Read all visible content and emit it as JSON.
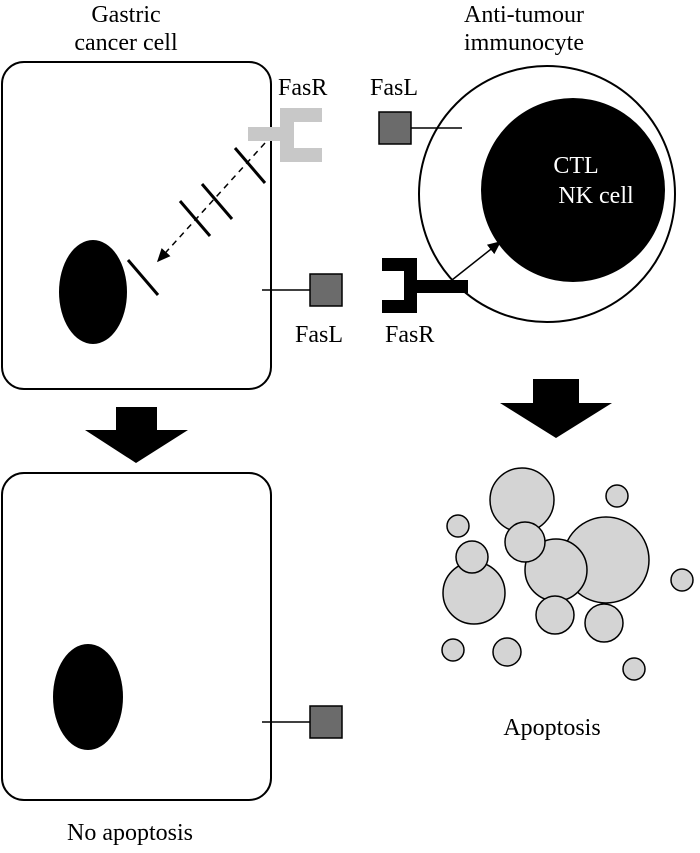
{
  "labels": {
    "gastric_line1": "Gastric",
    "gastric_line2": "cancer cell",
    "immuno_line1": "Anti-tumour",
    "immuno_line2": "immunocyte",
    "fasr_top": "FasR",
    "fasl_top": "FasL",
    "ctl": "CTL",
    "nk": "NK cell",
    "fasl_bottom": "FasL",
    "fasr_bottom": "FasR",
    "apoptosis": "Apoptosis",
    "no_apoptosis": "No apoptosis"
  },
  "colors": {
    "fasl_square": "#6b6b6b",
    "fasr_inactive": "#c8c8c8",
    "apoptotic_body": "#d4d4d4",
    "nucleus": "#000000"
  }
}
